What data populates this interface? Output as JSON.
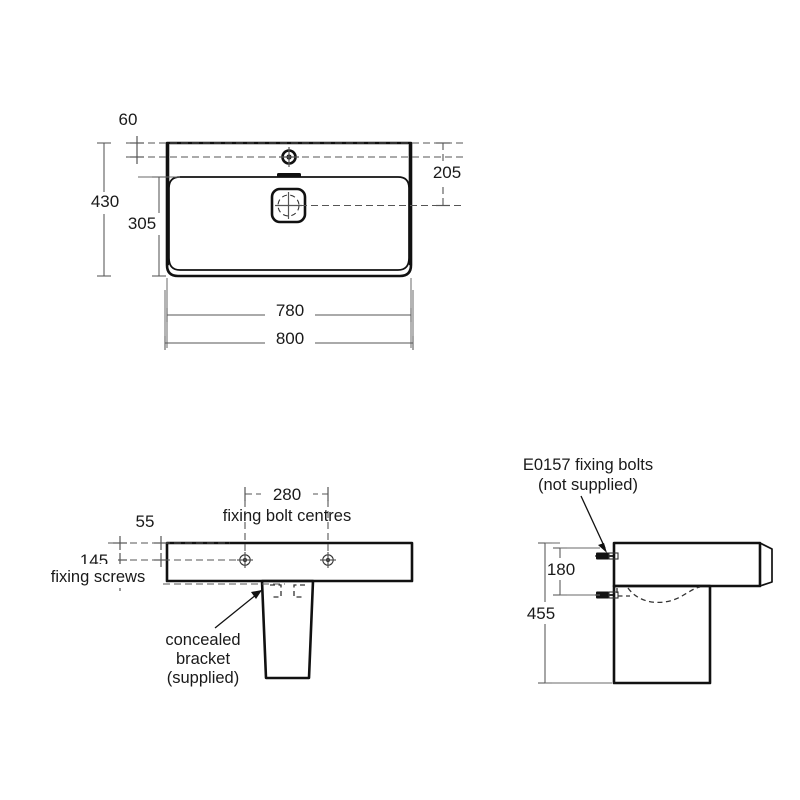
{
  "document": {
    "type": "technical-drawing",
    "subject": "wash basin dimensional drawing",
    "units": "mm",
    "background_color": "#ffffff",
    "line_color": "#111111",
    "dimension_color": "#555555"
  },
  "views": {
    "plan": {
      "name": "plan-view",
      "dimensions": {
        "overall_width": "800",
        "bowl_width": "780",
        "overall_depth": "430",
        "bowl_depth": "305",
        "tap_hole_offset": "60",
        "drain_offset": "205"
      },
      "features": {
        "tap_hole": "tap-hole",
        "overflow_slot": "overflow-slot",
        "waste_outlet": "square-waste-outlet"
      }
    },
    "front_elevation": {
      "name": "front-elevation-view",
      "dimensions": {
        "bolt_centres": "280",
        "bolt_centres_label": "fixing bolt centres",
        "screw_offset_top": "55",
        "screw_spacing": "145",
        "screw_label": "fixing screws"
      },
      "annotations": {
        "bracket_line1": "concealed",
        "bracket_line2": "bracket",
        "bracket_line3": "(supplied)"
      }
    },
    "side_elevation": {
      "name": "side-elevation-view",
      "dimensions": {
        "bolt_height": "180",
        "overall_height": "455"
      },
      "annotations": {
        "bolts_line1": "E0157 fixing bolts",
        "bolts_line2": "(not supplied)"
      }
    }
  }
}
